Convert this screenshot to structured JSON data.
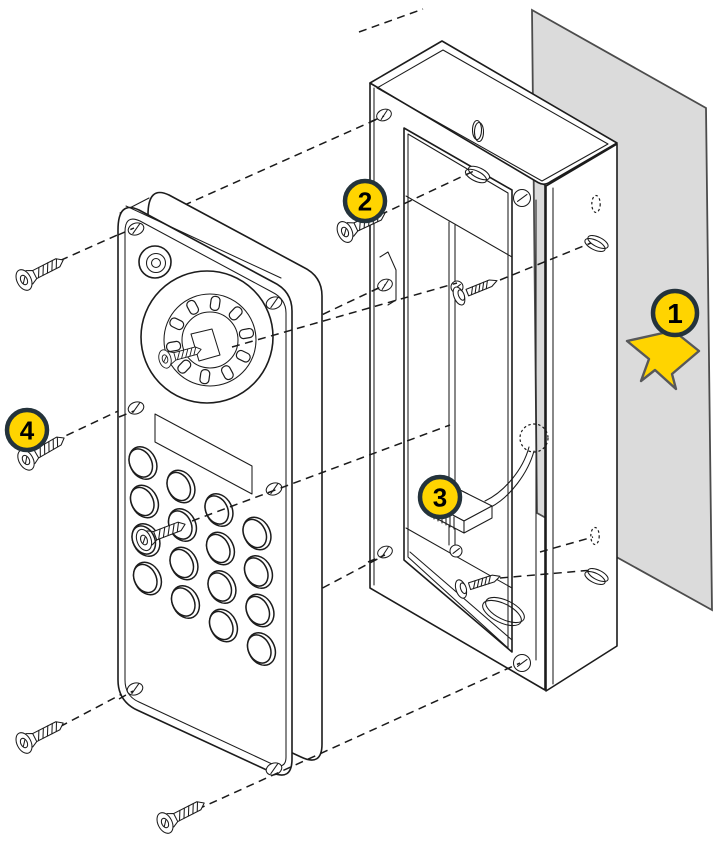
{
  "callouts": [
    {
      "label": "1"
    },
    {
      "label": "2"
    },
    {
      "label": "3"
    },
    {
      "label": "4"
    }
  ],
  "colors": {
    "callout_fill": "#FFD400",
    "callout_ring": "#24333B",
    "callout_number": "#000000",
    "arrow_fill": "#FFD400",
    "arrow_outline": "#57585A",
    "wall_fill": "#DBDBDB",
    "line": "#1C1C1C",
    "background": "#FFFFFF"
  },
  "keypad": {
    "rows": 4,
    "cols": 4
  },
  "speaker_ring": {
    "slots": 10
  }
}
